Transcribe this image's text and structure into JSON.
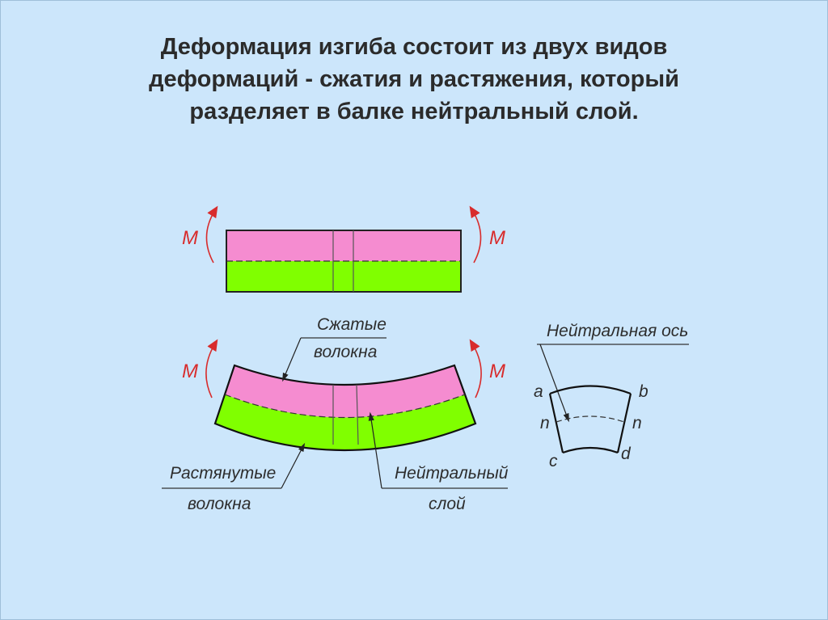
{
  "title": {
    "line1": "Деформация изгиба состоит из двух видов",
    "line2": "деформаций - сжатия и растяжения, который",
    "line3": "разделяет в балке нейтральный слой."
  },
  "diagram": {
    "moment_label": "М",
    "compressed_fibers": {
      "line1": "Сжатые",
      "line2": "волокна"
    },
    "stretched_fibers": {
      "line1": "Растянутые",
      "line2": "волокна"
    },
    "neutral_layer": {
      "line1": "Нейтральный",
      "line2": "слой"
    },
    "neutral_axis": "Нейтральная ось",
    "points": {
      "a": "a",
      "b": "b",
      "c": "c",
      "d": "d",
      "n_left": "n",
      "n_right": "n"
    }
  },
  "colors": {
    "background": "#cce6fb",
    "compressed": "#f58cd0",
    "stretched": "#80ff00",
    "moment": "#d82c2c",
    "ink": "#333333"
  }
}
